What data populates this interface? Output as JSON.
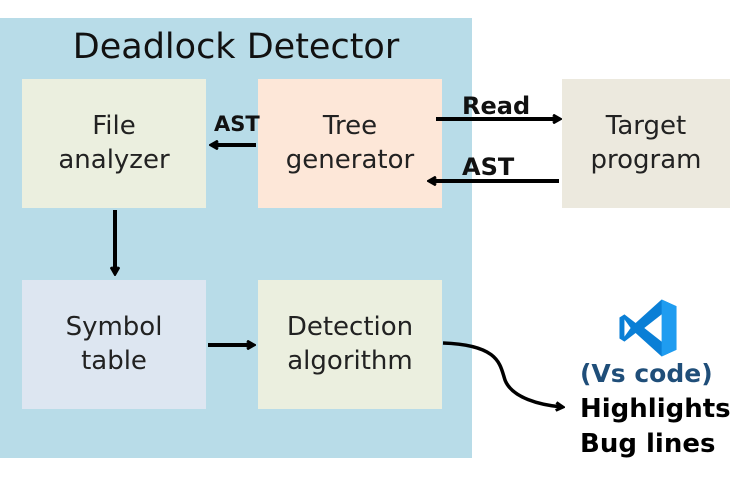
{
  "container": {
    "title": "Deadlock Detector"
  },
  "nodes": {
    "file_analyzer": {
      "line1": "File",
      "line2": "analyzer"
    },
    "tree_generator": {
      "line1": "Tree",
      "line2": "generator"
    },
    "target_program": {
      "line1": "Target",
      "line2": "program"
    },
    "symbol_table": {
      "line1": "Symbol",
      "line2": "table"
    },
    "detection_algorithm": {
      "line1": "Detection",
      "line2": "algorithm"
    }
  },
  "edges": {
    "ast_to_file": "AST",
    "read": "Read",
    "ast_from_target": "AST"
  },
  "output": {
    "icon": "vscode-icon",
    "tool": "(Vs code)",
    "line1": "Highlights",
    "line2": "Bug lines"
  },
  "colors": {
    "container": "#b8dce8",
    "file_analyzer": "#ebefdf",
    "tree_generator": "#fde7d8",
    "target_program": "#ece9de",
    "symbol_table": "#dde6f1",
    "detection_algorithm": "#ebefdf",
    "vscode_blue": "#0078d4",
    "tool_text": "#1f4e79"
  }
}
